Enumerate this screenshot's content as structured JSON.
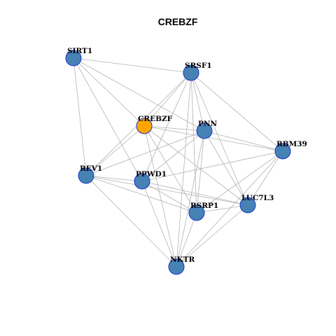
{
  "title": "CREBZF",
  "colors": {
    "default_node": "#4682b4",
    "center_node": "#ffa500",
    "node_border": "#1a33cc",
    "edge": "#b3b3b3"
  },
  "nodes": [
    {
      "id": "SIRT1",
      "label": "SIRT1",
      "role": "default"
    },
    {
      "id": "SRSF1",
      "label": "SRSF1",
      "role": "default"
    },
    {
      "id": "CREBZF",
      "label": "CREBZF",
      "role": "center"
    },
    {
      "id": "PNN",
      "label": "PNN",
      "role": "default"
    },
    {
      "id": "RBM39",
      "label": "RBM39",
      "role": "default"
    },
    {
      "id": "REV1",
      "label": "REV1",
      "role": "default"
    },
    {
      "id": "PPWD1",
      "label": "PPWD1",
      "role": "default"
    },
    {
      "id": "LUC7L3",
      "label": "LUC7L3",
      "role": "default"
    },
    {
      "id": "RSRP1",
      "label": "RSRP1",
      "role": "default"
    },
    {
      "id": "NKTR",
      "label": "NKTR",
      "role": "default"
    }
  ],
  "edges": [
    [
      "SIRT1",
      "SRSF1"
    ],
    [
      "SIRT1",
      "CREBZF"
    ],
    [
      "SIRT1",
      "PNN"
    ],
    [
      "SIRT1",
      "REV1"
    ],
    [
      "SIRT1",
      "PPWD1"
    ],
    [
      "SRSF1",
      "CREBZF"
    ],
    [
      "SRSF1",
      "PNN"
    ],
    [
      "SRSF1",
      "RBM39"
    ],
    [
      "SRSF1",
      "REV1"
    ],
    [
      "SRSF1",
      "PPWD1"
    ],
    [
      "SRSF1",
      "LUC7L3"
    ],
    [
      "SRSF1",
      "RSRP1"
    ],
    [
      "SRSF1",
      "NKTR"
    ],
    [
      "CREBZF",
      "PNN"
    ],
    [
      "CREBZF",
      "RBM39"
    ],
    [
      "CREBZF",
      "REV1"
    ],
    [
      "CREBZF",
      "RSRP1"
    ],
    [
      "CREBZF",
      "NKTR"
    ],
    [
      "CREBZF",
      "LUC7L3"
    ],
    [
      "PNN",
      "RBM39"
    ],
    [
      "PNN",
      "PPWD1"
    ],
    [
      "PNN",
      "RSRP1"
    ],
    [
      "PNN",
      "NKTR"
    ],
    [
      "PNN",
      "LUC7L3"
    ],
    [
      "PNN",
      "REV1"
    ],
    [
      "RBM39",
      "PPWD1"
    ],
    [
      "RBM39",
      "LUC7L3"
    ],
    [
      "RBM39",
      "RSRP1"
    ],
    [
      "RBM39",
      "NKTR"
    ],
    [
      "REV1",
      "PPWD1"
    ],
    [
      "REV1",
      "RSRP1"
    ],
    [
      "REV1",
      "LUC7L3"
    ],
    [
      "REV1",
      "NKTR"
    ],
    [
      "PPWD1",
      "RSRP1"
    ],
    [
      "PPWD1",
      "LUC7L3"
    ],
    [
      "PPWD1",
      "NKTR"
    ],
    [
      "LUC7L3",
      "RSRP1"
    ],
    [
      "LUC7L3",
      "NKTR"
    ],
    [
      "RSRP1",
      "NKTR"
    ]
  ]
}
